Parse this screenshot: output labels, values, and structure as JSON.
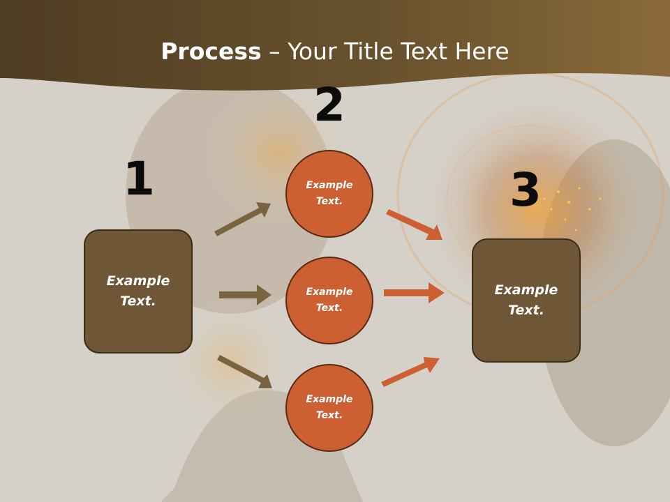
{
  "title": {
    "bold": "Process",
    "rest": " – Your Title Text Here"
  },
  "steps": {
    "one": "1",
    "two": "2",
    "three": "3"
  },
  "left_box": {
    "text": "Example Text."
  },
  "circles": [
    {
      "text": "Example Text."
    },
    {
      "text": "Example Text."
    },
    {
      "text": "Example Text."
    }
  ],
  "right_box": {
    "text": "Example Text."
  },
  "colors": {
    "brown_arrow": "#7a6440",
    "orange_arrow": "#cc6033",
    "box_fill": "#6e5636",
    "circle_fill": "#cc6033"
  }
}
